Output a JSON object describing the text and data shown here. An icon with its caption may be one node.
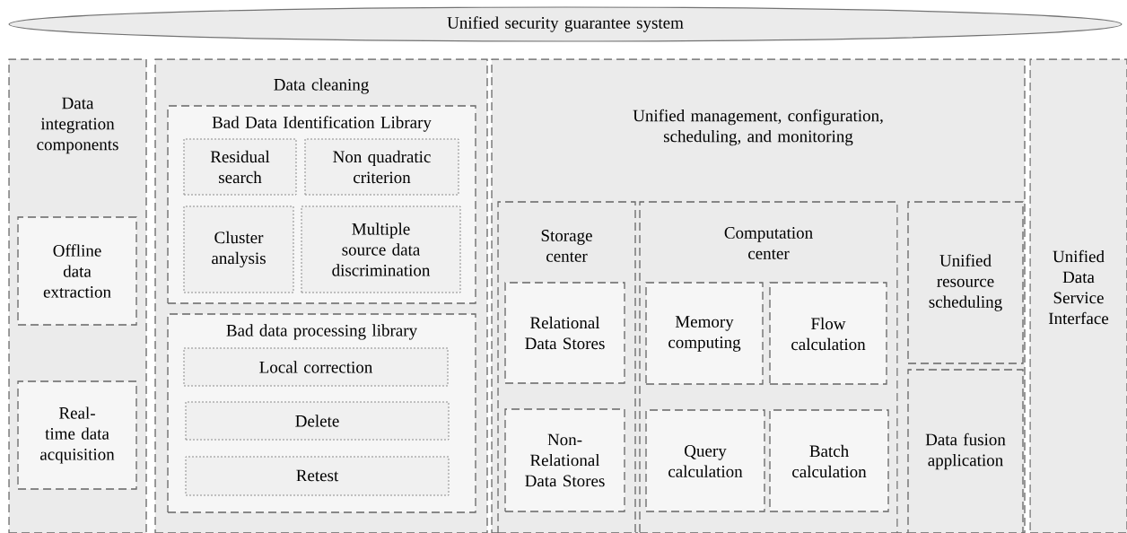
{
  "diagram": {
    "nodes": [
      {
        "text": [
          "Unified security guarantee system"
        ]
      },
      {
        "text": [
          "Data integration components"
        ]
      },
      {
        "text": [
          "Offline data extraction"
        ],
        "in": 1
      },
      {
        "text": [
          "Real-time data acquisition"
        ],
        "in": 1
      },
      {
        "text": [
          "Data cleaning"
        ]
      },
      {
        "text": [
          "Bad Data Identification Library"
        ],
        "in": 4
      },
      {
        "text": [
          "Residual search"
        ],
        "in": 5
      },
      {
        "text": [
          "Non quadratic criterion"
        ],
        "in": 5
      },
      {
        "text": [
          "Cluster analysis"
        ],
        "in": 5
      },
      {
        "text": [
          "Multiple source data discrimination"
        ],
        "in": 5
      },
      {
        "text": [
          "Bad data processing library"
        ],
        "in": 4
      },
      {
        "text": [
          "Local correction"
        ],
        "in": 10
      },
      {
        "text": [
          "Delete"
        ],
        "in": 10
      },
      {
        "text": [
          "Retest"
        ],
        "in": 10
      },
      {
        "text": [
          "Unified management, configuration, scheduling, and monitoring"
        ]
      },
      {
        "text": [
          "Storage center"
        ],
        "in": 14
      },
      {
        "text": [
          "Relational Data Stores"
        ],
        "in": 15
      },
      {
        "text": [
          "Non-Relational Data Stores"
        ],
        "in": 15
      },
      {
        "text": [
          "Computation center"
        ],
        "in": 14
      },
      {
        "text": [
          "Memory computing"
        ],
        "in": 18
      },
      {
        "text": [
          "Flow calculation"
        ],
        "in": 18
      },
      {
        "text": [
          "Query calculation"
        ],
        "in": 18
      },
      {
        "text": [
          "Batch calculation"
        ],
        "in": 18
      },
      {
        "text": [
          "Unified resource scheduling"
        ],
        "in": 14
      },
      {
        "text": [
          "Data fusion application"
        ],
        "in": 14
      },
      {
        "text": [
          "Unified Data Service Interface"
        ]
      }
    ]
  }
}
